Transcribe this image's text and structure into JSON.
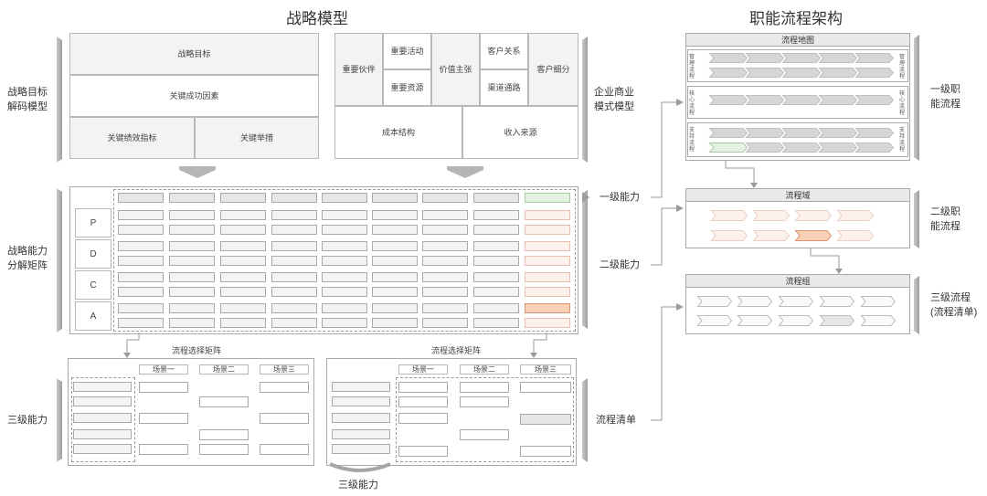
{
  "titles": {
    "strategy_model": "战略模型",
    "process_arch": "职能流程架构"
  },
  "left_labels": {
    "strategy_decode": "战略目标\n解码模型",
    "capability_matrix": "战略能力\n分解矩阵",
    "third_level_capability": "三级能力"
  },
  "strategy_box": {
    "goal": "战略目标",
    "key_factors": "关键成功因素",
    "kpi": "关键绩效指标",
    "measures": "关键举措"
  },
  "business_model": {
    "partners": "重要伙伴",
    "activities": "重要活动",
    "resources": "重要资源",
    "value": "价值主张",
    "relations": "客户关系",
    "channels": "渠道通路",
    "segments": "客户细分",
    "cost": "成本结构",
    "revenue": "收入来源",
    "side_label": "企业商业\n模式模型"
  },
  "matrix": {
    "rows": [
      "P",
      "D",
      "C",
      "A"
    ],
    "level1": "一级能力",
    "level2": "二级能力"
  },
  "selection": {
    "left_title": "流程选择矩阵",
    "right_title": "流程选择矩阵",
    "scenes": [
      "场景一",
      "场景二",
      "场景三"
    ],
    "process_list": "流程清单",
    "bottom_label": "三级能力"
  },
  "process_map": {
    "header": "流程地图",
    "row_left": [
      "管理流程",
      "核心流程",
      "支持流程"
    ],
    "row_right": [
      "管理流程",
      "核心流程",
      "支持流程"
    ],
    "label": "一级职\n能流程"
  },
  "process_domain": {
    "header": "流程域",
    "label": "二级职\n能流程"
  },
  "process_group": {
    "header": "流程组",
    "label": "三级流程\n(流程清单)"
  }
}
